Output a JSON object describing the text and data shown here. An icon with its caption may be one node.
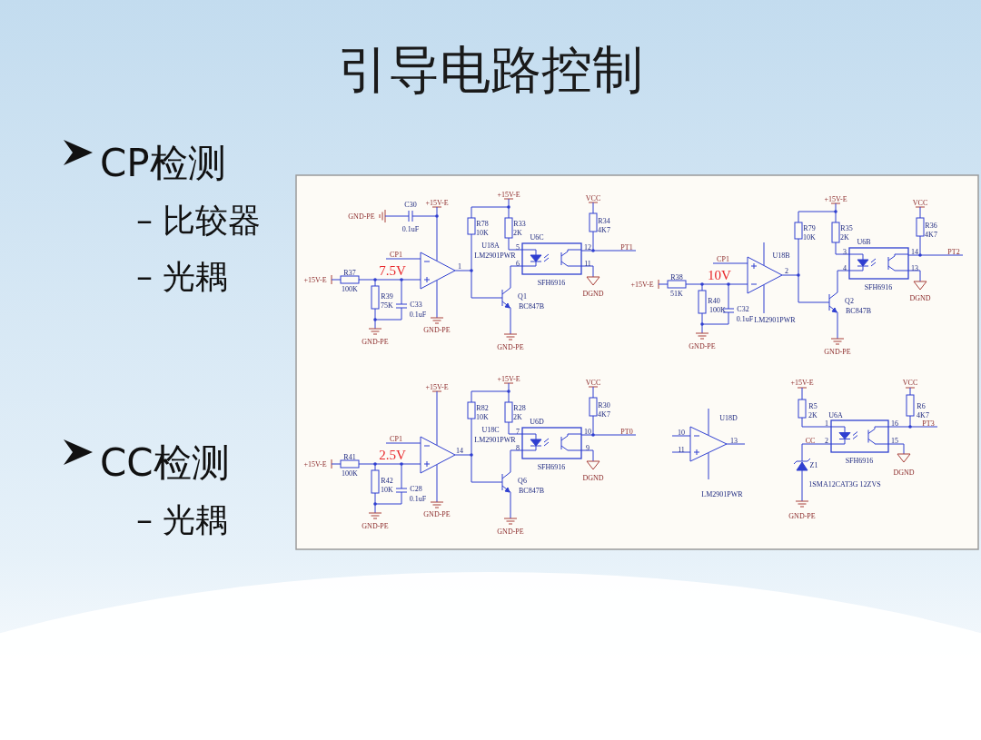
{
  "diagram": {
    "title": "引导电路控制",
    "labels": [
      "CP检测",
      "– 比较器",
      "– 光耦",
      "CC检测",
      "– 光耦",
      "+15V-E",
      "VCC",
      "C30",
      "+15V-E",
      "GND-PE",
      "0.1uF",
      "R78",
      "R33",
      "R34",
      "10K",
      "2K",
      "4K7",
      "U6C",
      "U18A",
      "5",
      "12",
      "PT1",
      "CP1",
      "LM2901PWR",
      "7.5V",
      "1",
      "6",
      "11",
      "R37",
      "+15V-E",
      "SFH6916",
      "100K",
      "DGND",
      "R39",
      "Q1",
      "75K",
      "C33",
      "BC847B",
      "0.1uF",
      "GND-PE",
      "GND-PE",
      "GND-PE",
      "+15V-E",
      "VCC",
      "R79",
      "R35",
      "R36",
      "10K",
      "2K",
      "4K7",
      "U6B",
      "3",
      "14",
      "PT2",
      "CP1",
      "U18B",
      "10V",
      "2",
      "4",
      "13",
      "R38",
      "+15V-E",
      "SFH6916",
      "51K",
      "DGND",
      "R40",
      "Q2",
      "100K",
      "C32",
      "BC847B",
      "0.1uF",
      "LM2901PWR",
      "GND-PE",
      "GND-PE",
      "+15V-E",
      "VCC",
      "+15V-E",
      "R82",
      "R28",
      "R30",
      "10K",
      "2K",
      "4K7",
      "U6D",
      "U18C",
      "7",
      "10",
      "PT0",
      "CP1",
      "LM2901PWR",
      "14",
      "2.5V",
      "8",
      "9",
      "R41",
      "+15V-E",
      "SFH6916",
      "100K",
      "DGND",
      "R42",
      "Q6",
      "10K",
      "C28",
      "BC847B",
      "0.1uF",
      "GND-PE",
      "GND-PE",
      "GND-PE",
      "+15V-E",
      "VCC",
      "U18D",
      "R5",
      "R6",
      "2K",
      "U6A",
      "4K7",
      "1",
      "16",
      "PT3",
      "10",
      "13",
      "CC",
      "2",
      "15",
      "11",
      "SFH6916",
      "Z1",
      "DGND",
      "1SMA12CAT3G 12ZVS",
      "LM2901PWR",
      "GND-PE"
    ]
  }
}
